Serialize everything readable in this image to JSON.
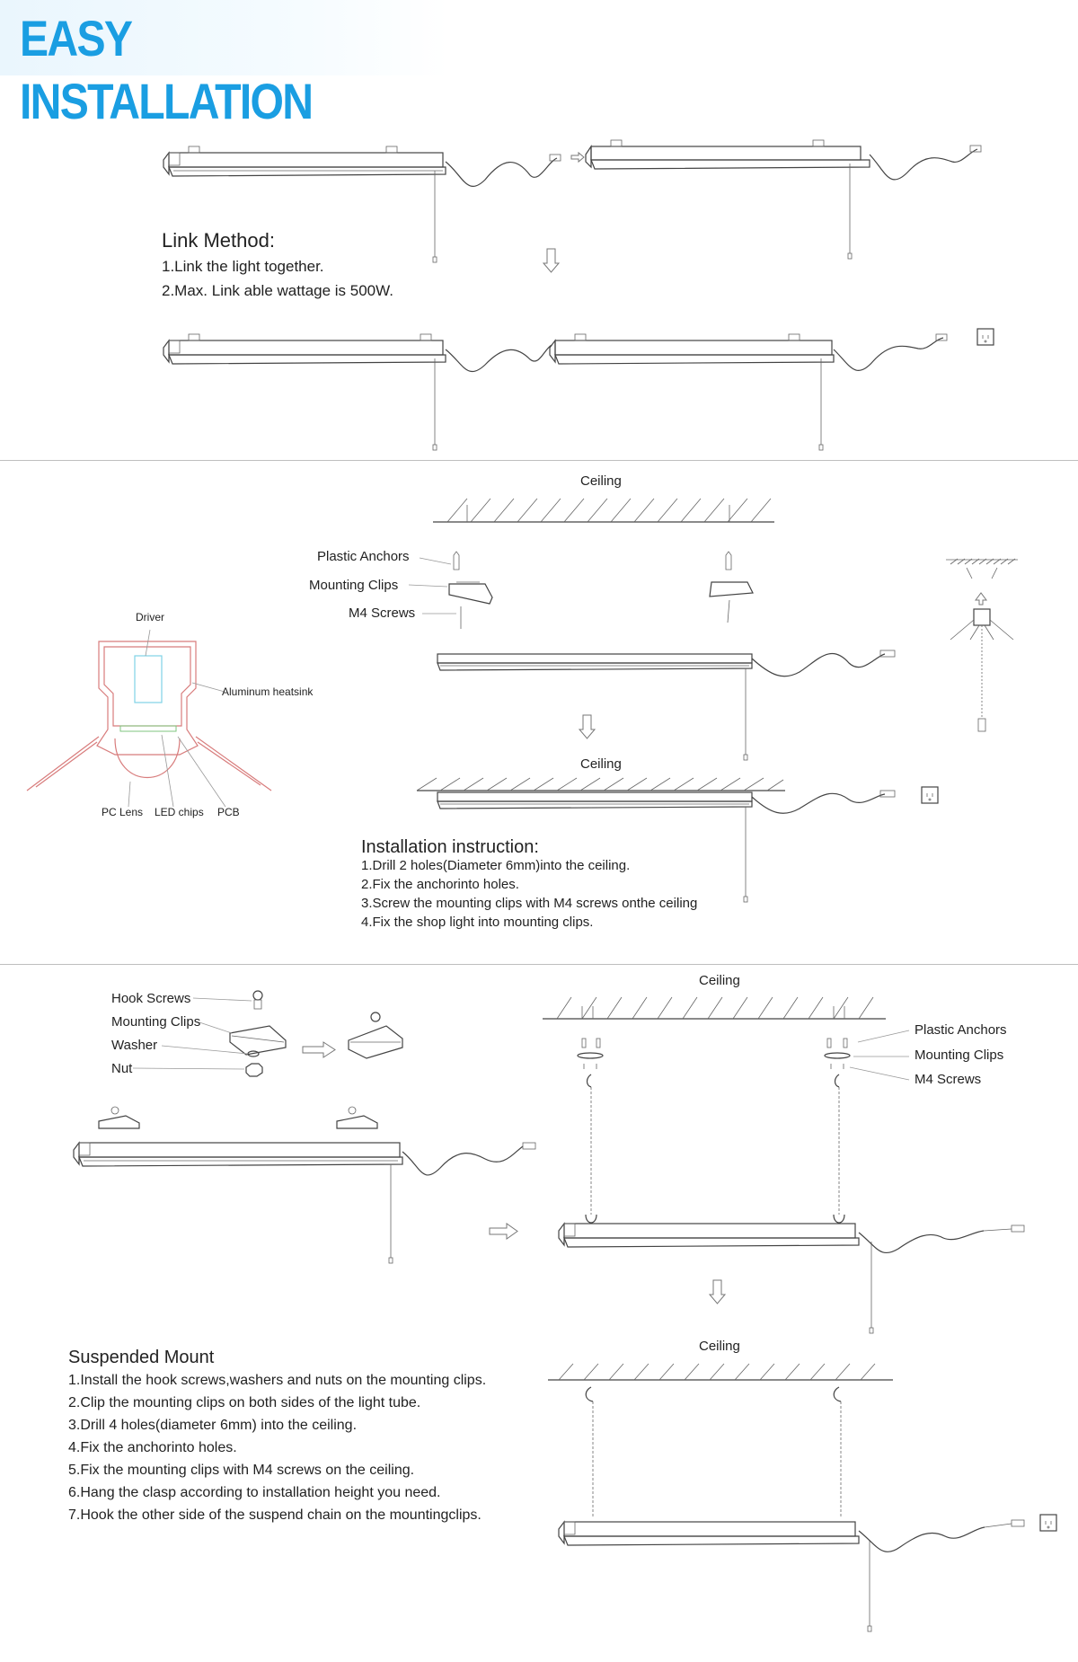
{
  "header": {
    "title": "EASY INSTALLATION",
    "accent": "#1a9ee2"
  },
  "link_method": {
    "title": "Link Method:",
    "steps": [
      "1.Link the light together.",
      "2.Max. Link able wattage is 500W."
    ]
  },
  "surface_mount": {
    "ceiling_top": "Ceiling",
    "ceiling_bottom": "Ceiling",
    "labels": {
      "plastic_anchors": "Plastic Anchors",
      "mounting_clips": "Mounting Clips",
      "m4_screws": "M4 Screws"
    },
    "cross_section": {
      "driver": "Driver",
      "heatsink": "Aluminum heatsink",
      "pc_lens": "PC Lens",
      "led_chips": "LED chips",
      "pcb": "PCB"
    },
    "instruction_title": "Installation instruction:",
    "steps": [
      "1.Drill 2 holes(Diameter 6mm)into the ceiling.",
      "2.Fix the anchorinto holes.",
      "3.Screw the mounting clips with M4 screws onthe ceiling",
      "4.Fix the shop light into mounting clips."
    ]
  },
  "suspended_mount": {
    "parts": {
      "hook_screws": "Hook Screws",
      "mounting_clips": "Mounting Clips",
      "washer": "Washer",
      "nut": "Nut"
    },
    "ceiling_top": "Ceiling",
    "ceiling_bottom": "Ceiling",
    "right_labels": {
      "plastic_anchors": "Plastic Anchors",
      "mounting_clips": "Mounting Clips",
      "m4_screws": "M4 Screws"
    },
    "title": "Suspended Mount",
    "steps": [
      "1.Install the hook screws,washers and nuts on the mounting clips.",
      "2.Clip the mounting clips on both sides of the light tube.",
      "3.Drill 4 holes(diameter 6mm) into the ceiling.",
      "4.Fix the anchorinto holes.",
      "5.Fix the mounting clips with M4 screws on the ceiling.",
      "6.Hang the clasp according to installation height you need.",
      "7.Hook the other side of the suspend chain on the mountingclips."
    ]
  }
}
